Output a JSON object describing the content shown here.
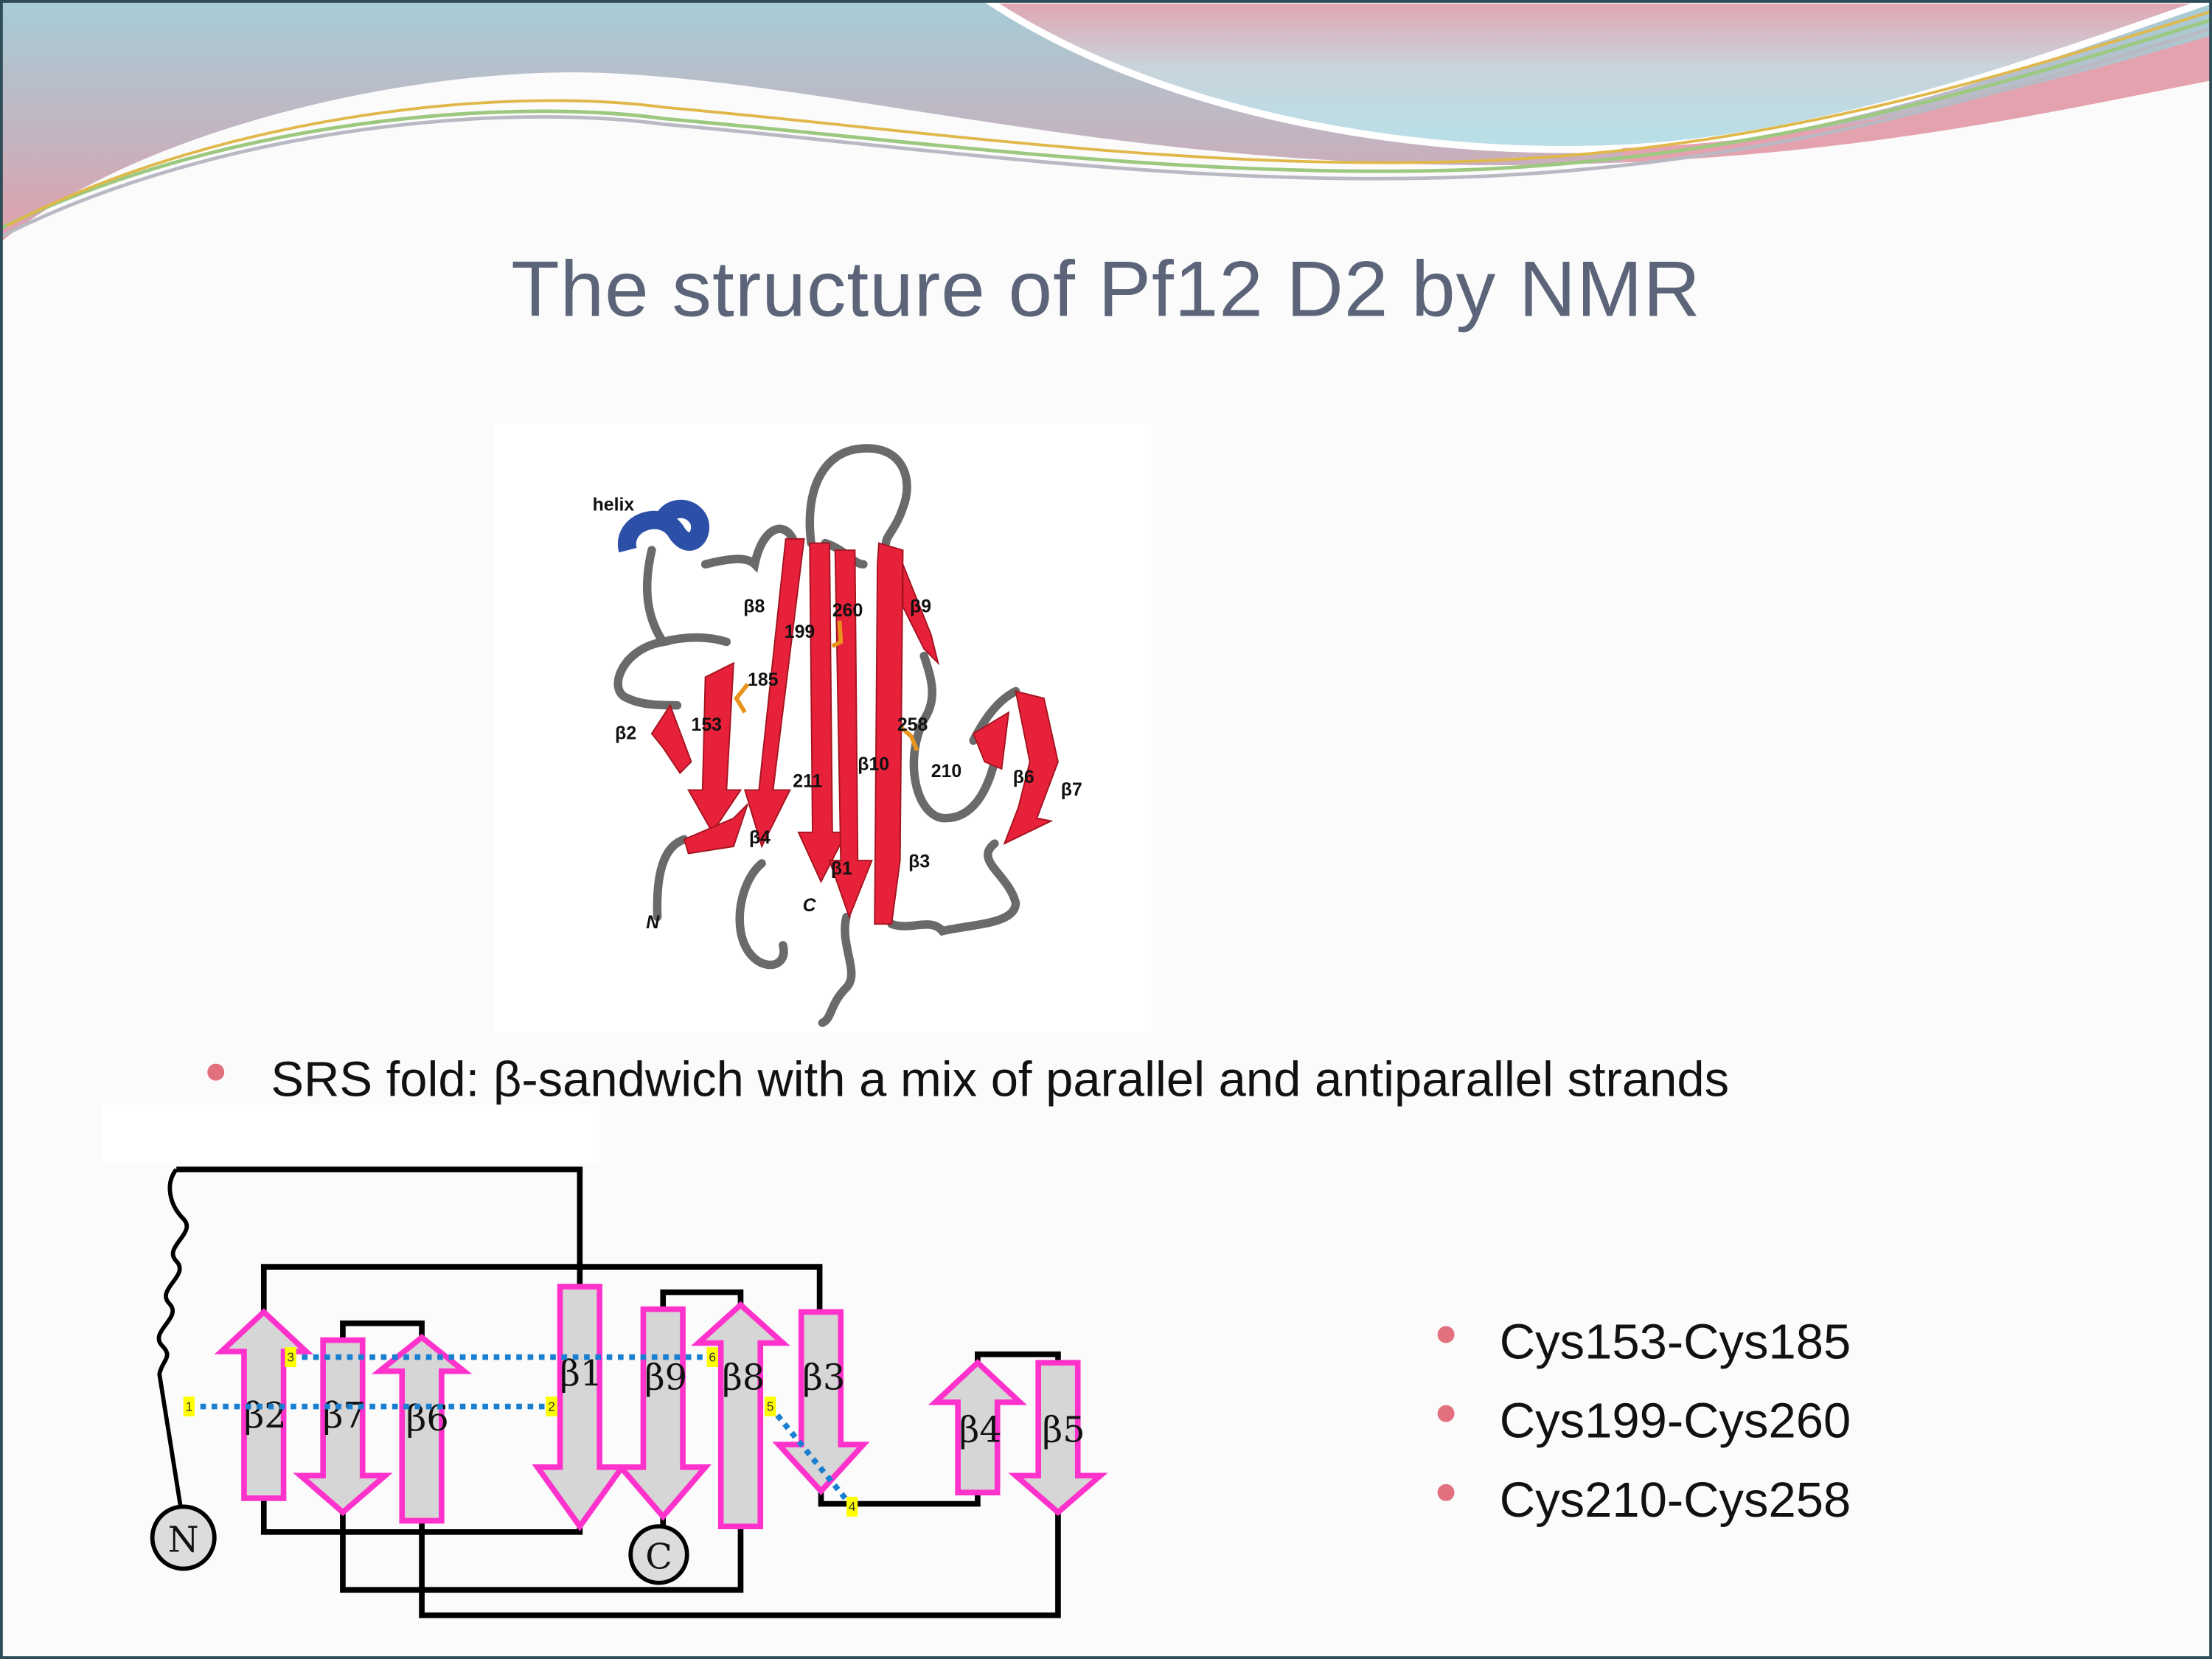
{
  "slide": {
    "title": "The structure of Pf12 D2 by NMR",
    "bullets": [
      "SRS fold: β-sandwich with a mix of parallel and antiparallel strands"
    ],
    "disulfides": [
      "Cys153-Cys185",
      "Cys199-Cys260",
      "Cys210-Cys258"
    ]
  },
  "structure_image": {
    "labels": {
      "helix": "helix",
      "b8": "β8",
      "r199": "199",
      "r260": "260",
      "b9": "β9",
      "r185": "185",
      "r153": "153",
      "b2": "β2",
      "r211": "211",
      "b10": "β10",
      "r258": "258",
      "r210": "210",
      "b6": "β6",
      "b7": "β7",
      "b4": "β4",
      "b1": "β1",
      "b3": "β3",
      "n": "N",
      "c": "C"
    },
    "colors": {
      "strand": "#e8213a",
      "helix": "#2c4fa8",
      "loop": "#6f6f6f",
      "disulfide": "#e8931c"
    }
  },
  "topology": {
    "strands": [
      "β2",
      "β7",
      "β6",
      "β1",
      "β9",
      "β8",
      "β3",
      "β4",
      "β5"
    ],
    "n_terminus": "N",
    "c_terminus": "C",
    "hbond_markers": [
      "1",
      "2",
      "3",
      "6",
      "5",
      "4"
    ],
    "colors": {
      "strand_fill": "#d6d6d6",
      "strand_outline": "#ff33cc",
      "hbond": "#1a7fd0",
      "marker": "#ffff00"
    }
  }
}
